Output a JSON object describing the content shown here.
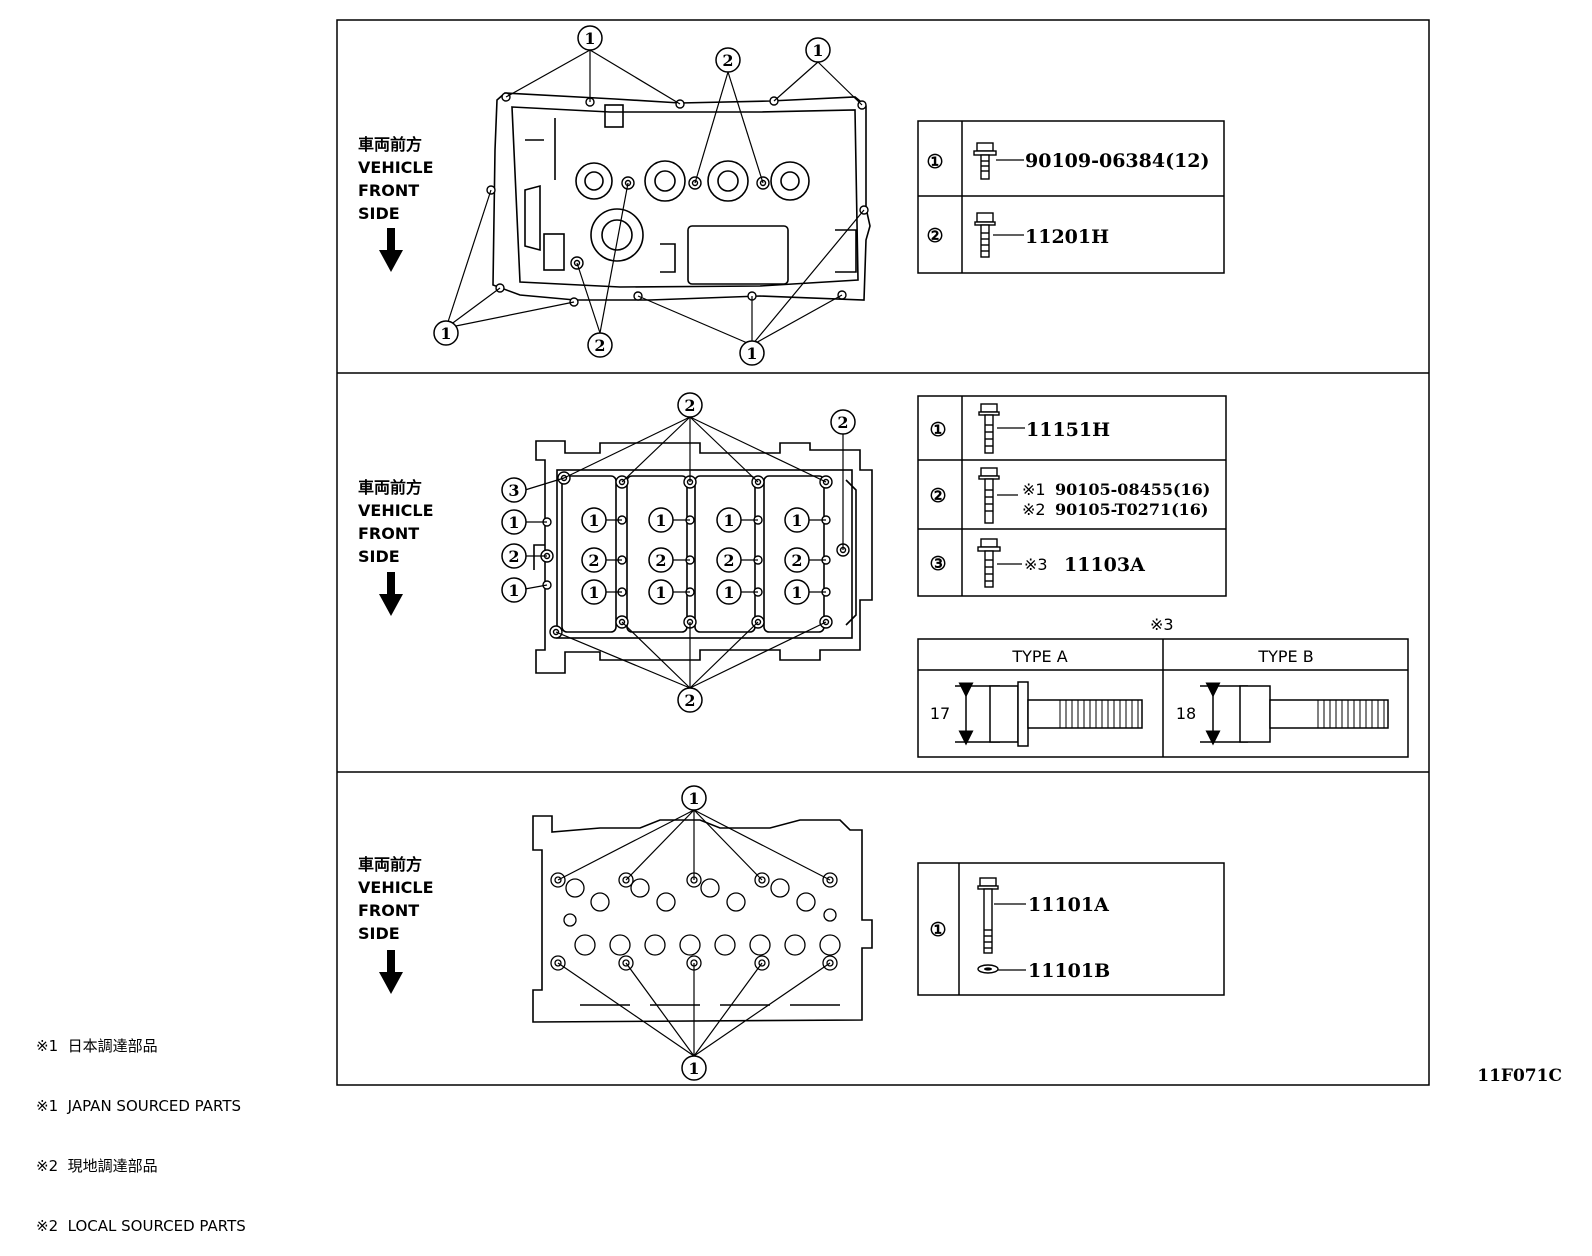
{
  "figure_id": "11F071C",
  "direction_label": [
    "車両前方",
    "VEHICLE",
    "FRONT",
    "SIDE"
  ],
  "marks": {
    "c1": "①",
    "c2": "②",
    "c3": "③",
    "ref1": "※1",
    "ref2": "※2",
    "ref3": "※3"
  },
  "section1": {
    "parts": [
      {
        "mark": "①",
        "number": "90109-06384(12)"
      },
      {
        "mark": "②",
        "number": "11201H"
      }
    ]
  },
  "section2": {
    "parts": [
      {
        "mark": "①",
        "number": "11151H"
      },
      {
        "mark": "②",
        "number_japan": "90105-08455(16)",
        "number_local": "90105-T0271(16)"
      },
      {
        "mark": "③",
        "number": "11103A"
      }
    ],
    "type_a": {
      "label": "TYPE A",
      "dimension": "17"
    },
    "type_b": {
      "label": "TYPE B",
      "dimension": "18"
    }
  },
  "section3": {
    "parts": [
      {
        "mark": "①",
        "number_bolt": "11101A",
        "number_washer": "11101B"
      }
    ]
  },
  "notes": [
    {
      "mark": "※1",
      "text": "日本調達部品"
    },
    {
      "mark": "※1",
      "text": "JAPAN SOURCED PARTS"
    },
    {
      "mark": "※2",
      "text": "現地調達部品"
    },
    {
      "mark": "※2",
      "text": "LOCAL SOURCED PARTS"
    }
  ]
}
